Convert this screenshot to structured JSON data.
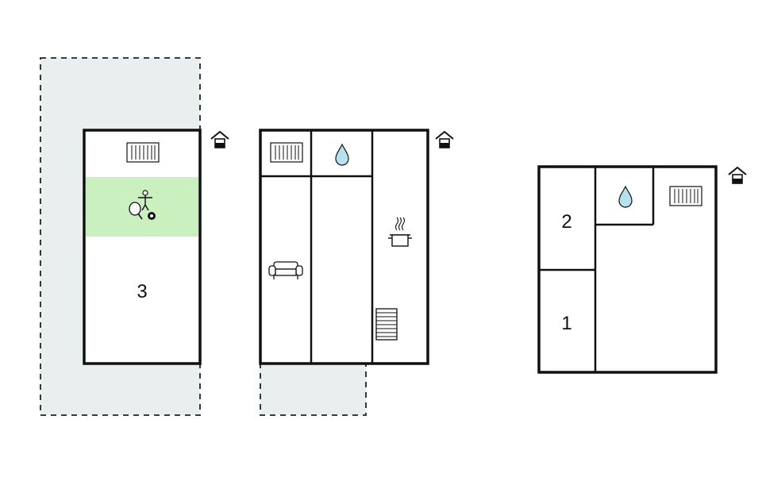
{
  "colors": {
    "wall": "#111111",
    "terrace_fill": "#e9eeee",
    "terrace_border": "#222222",
    "activity_zone": "#c9f0be",
    "water_drop": "#b6e1ee",
    "background": "#ffffff"
  },
  "floors": [
    {
      "name": "floor-left",
      "room_numbers": [
        {
          "text": "3"
        }
      ],
      "icons": [
        "radiator-icon",
        "table-tennis-icon",
        "foosball-icon",
        "billiard-ball-icon",
        "entrance-icon"
      ]
    },
    {
      "name": "floor-middle",
      "room_numbers": [],
      "icons": [
        "radiator-icon",
        "water-drop-icon",
        "sofa-icon",
        "cooking-pot-icon",
        "stairs-icon",
        "entrance-icon"
      ]
    },
    {
      "name": "floor-right",
      "room_numbers": [
        {
          "text": "2"
        },
        {
          "text": "1"
        }
      ],
      "icons": [
        "water-drop-icon",
        "radiator-icon",
        "entrance-icon"
      ]
    }
  ]
}
